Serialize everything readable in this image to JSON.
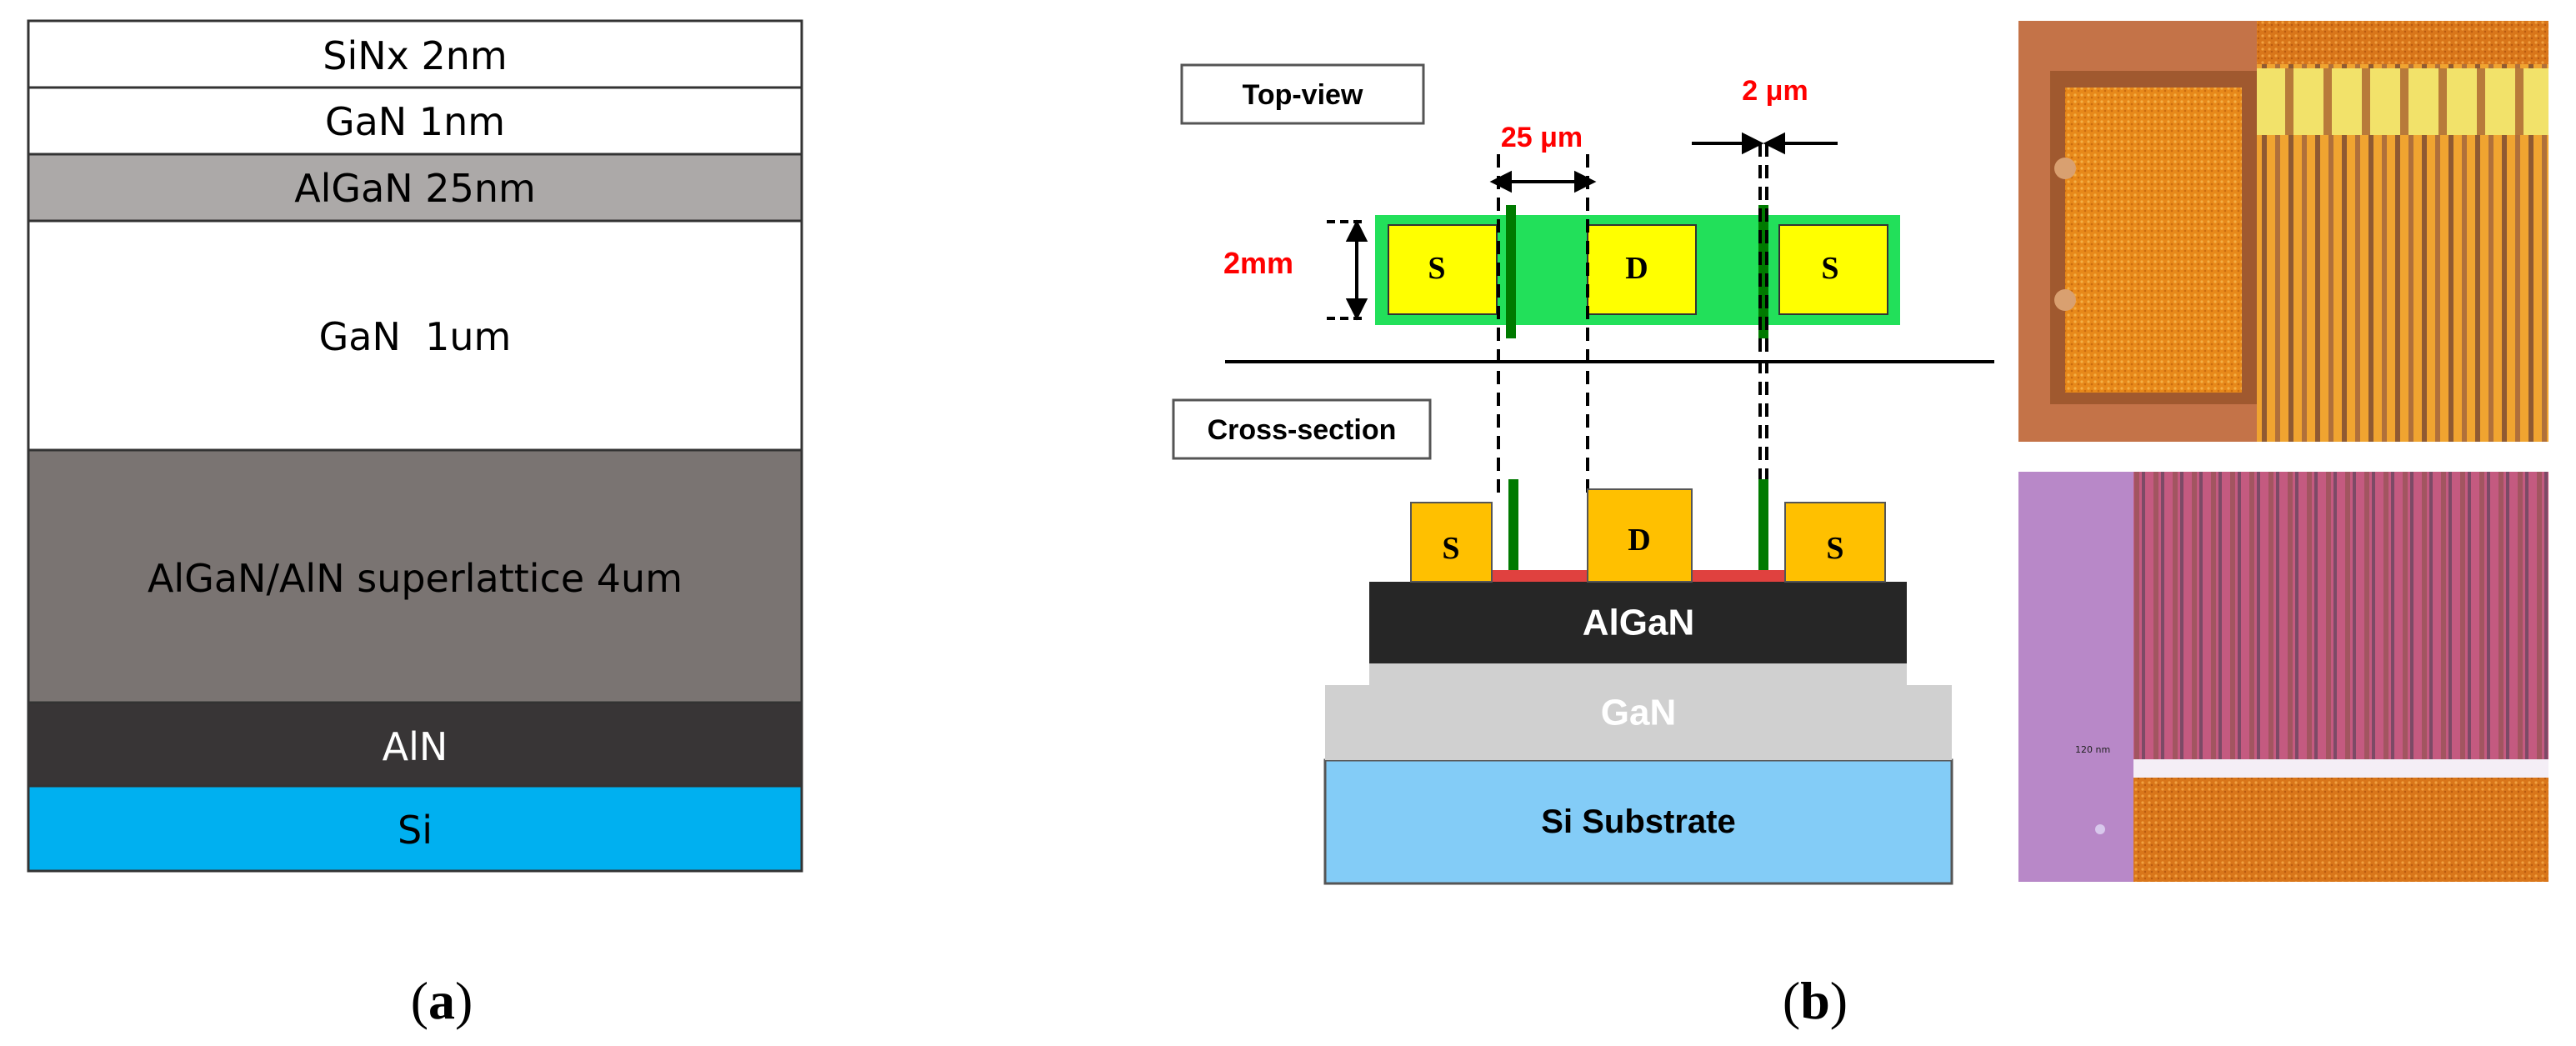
{
  "panel_a": {
    "layers": [
      {
        "name": "SiNx 2nm",
        "fill": "#ffffff",
        "text_color": "#000000"
      },
      {
        "name": "GaN 1nm",
        "fill": "#ffffff",
        "text_color": "#000000"
      },
      {
        "name": "AlGaN 25nm",
        "fill": "#aca9a8",
        "text_color": "#000000"
      },
      {
        "name": "GaN  1um",
        "fill": "#ffffff",
        "text_color": "#000000"
      },
      {
        "name": "AlGaN/AlN superlattice 4um",
        "fill": "#7a7472",
        "text_color": "#000000"
      },
      {
        "name": "AlN",
        "fill": "#383536",
        "text_color": "#ffffff"
      },
      {
        "name": "Si",
        "fill": "#00b0f0",
        "text_color": "#000000"
      }
    ],
    "caption_open": "(",
    "caption_letter": "a",
    "caption_close": ")"
  },
  "panel_b": {
    "top_view_label": "Top-view",
    "cross_section_label": "Cross-section",
    "dim_25": "25 μm",
    "dim_2um": "2 μm",
    "dim_2mm": "2mm",
    "source_label": "S",
    "drain_label": "D",
    "source_label_right": "S",
    "cs_source_label": "S",
    "cs_drain_label": "D",
    "cs_source_label_right": "S",
    "algan_label": "AlGaN",
    "gan_label": "GaN",
    "substrate_label": "Si Substrate",
    "micro_scale_label": "120 nm",
    "caption_open": "(",
    "caption_letter": "b",
    "caption_close": ")",
    "colors": {
      "accent_red": "#ff0000",
      "gate_green": "#00a000",
      "channel_green": "#22e05a",
      "contact_yellow": "#ffff00",
      "contact_orange": "#ffc000",
      "channel_red": "#e0413f",
      "algan_dark": "#262626",
      "gan_gray": "#d0d0d0",
      "substrate_blue": "#83ccf7"
    }
  }
}
